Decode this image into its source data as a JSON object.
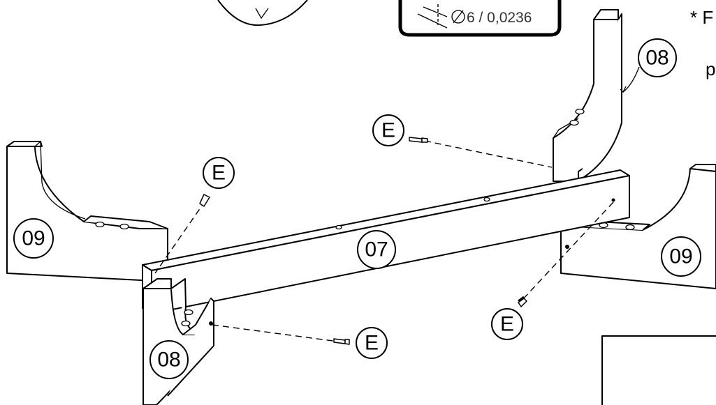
{
  "parts": {
    "p08_top": "08",
    "p08_bottom": "08",
    "p09_left": "09",
    "p09_right": "09",
    "p07_beam": "07"
  },
  "hardware": {
    "e_top": "E",
    "e_left": "E",
    "e_right": "E",
    "e_bottom": "E"
  },
  "spec_box": {
    "drill_spec": "6 / 0,0236"
  },
  "notes": {
    "note_line1": "* F",
    "note_line2": "p"
  }
}
